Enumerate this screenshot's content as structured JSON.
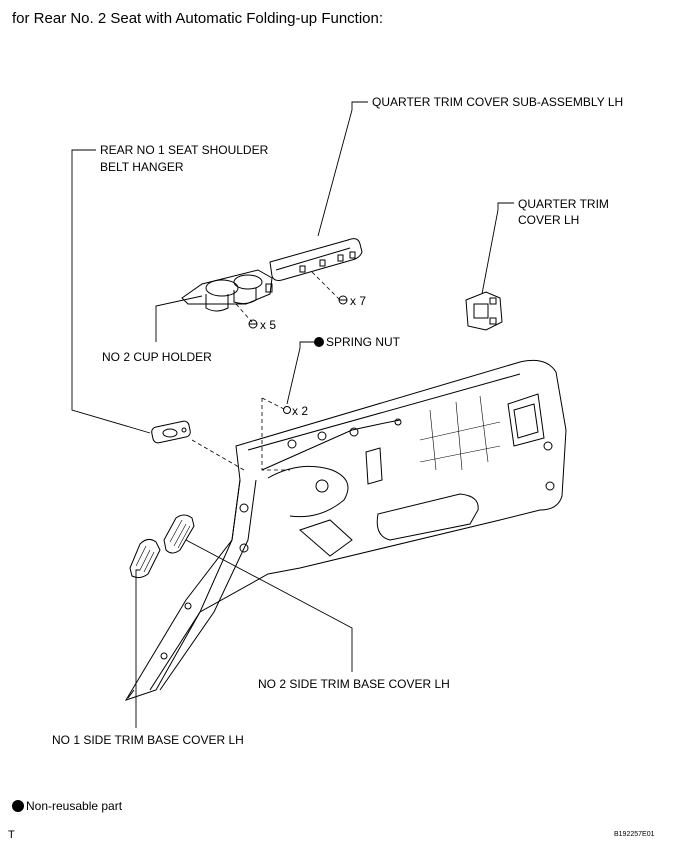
{
  "title": "for Rear No. 2 Seat with Automatic Folding-up Function:",
  "labels": {
    "quarter_trim_cover_sub_assembly": "QUARTER TRIM COVER SUB-ASSEMBLY LH",
    "rear_seat_belt_hanger_line1": "REAR NO  1 SEAT SHOULDER",
    "rear_seat_belt_hanger_line2": "BELT HANGER",
    "quarter_trim_cover_line1": "QUARTER TRIM",
    "quarter_trim_cover_line2": "COVER LH",
    "cup_holder": "NO  2 CUP HOLDER",
    "spring_nut": "SPRING NUT",
    "side_trim_base_cover_2": "NO  2 SIDE TRIM BASE COVER LH",
    "side_trim_base_cover_1": "NO  1 SIDE TRIM BASE COVER LH"
  },
  "quantities": {
    "cup_holder_clips": "x 5",
    "quarter_trim_clips": "x 7",
    "spring_nuts": "x 2"
  },
  "legend": {
    "non_reusable": "Non-reusable part"
  },
  "footer": {
    "corner_letter": "T",
    "figure_id": "B192257E01"
  }
}
